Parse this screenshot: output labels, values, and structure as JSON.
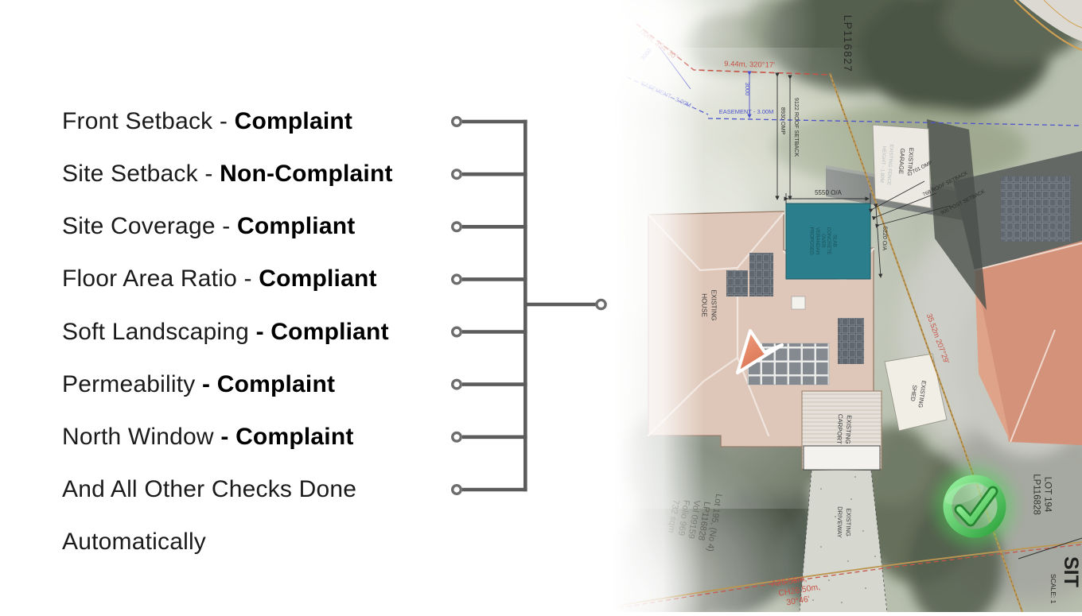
{
  "checklist": {
    "items": [
      {
        "label": "Front Setback - ",
        "status": "Complaint"
      },
      {
        "label": "Site Setback - ",
        "status": "Non-Complaint"
      },
      {
        "label": "Site Coverage - ",
        "status": "Compliant"
      },
      {
        "label": "Floor Area Ratio - ",
        "status": "Compliant"
      },
      {
        "label": "Soft Landscaping ",
        "status": "- Compliant"
      },
      {
        "label": "Permeability ",
        "status": "- Complaint"
      },
      {
        "label": "North Window ",
        "status": "- Complaint"
      },
      {
        "label": "And All Other Checks Done",
        "status": ""
      },
      {
        "label": "Automatically",
        "status": ""
      }
    ]
  },
  "plan": {
    "lp116827": "LP116827",
    "bearing_top": "9.44m, 320°17'",
    "bearing_nw": ".00m, 354°30'",
    "bearing_e": "35.52m 207°29'",
    "arc": [
      "A26.55m,",
      "CH26.50m,",
      "30°46'"
    ],
    "easement_h": "EASEMENT - 3.00M",
    "easement_d": "EASEMENT - 3.00M",
    "dim_3000_v": "3000",
    "dim_3000_d": "3000",
    "dim_5550": "5550 O/A",
    "dim_5220": "5220 O/A",
    "dim_9122": "9122 ROOF SETBACK",
    "dim_8930": "8930 OMP",
    "dim_701": "701 OMP",
    "dim_768": "768 ROOF SETBACK",
    "dim_900": "900 POST SETBACK",
    "house": [
      "EXISTING",
      "HOUSE"
    ],
    "garage": [
      "EXISTING",
      "GARAGE"
    ],
    "carport": [
      "EXISTING",
      "CARPORT"
    ],
    "shed": [
      "EXISTING",
      "SHED"
    ],
    "driveway": [
      "EXISTING",
      "DRIVEWAY"
    ],
    "fence": [
      "EXISTING FENCE",
      "HEIGHT - 1.80M"
    ],
    "proposed": [
      "PROPOSED",
      "VERANDAH",
      "OVER",
      "CONCRETE",
      "SLAB"
    ],
    "lot195": [
      "Lot 195, (No 4)",
      "LP116828",
      "Vol 09159",
      "Folio 969",
      "732 sqm"
    ],
    "lot194": [
      "LOT 194",
      "LP116828"
    ],
    "title_partial": "SIT",
    "scale_partial": "SCALE: 1"
  },
  "colors": {
    "proposed_teal": "#1b7584",
    "check_green": "#2eb83c",
    "boundary_red": "#c2473a",
    "easement_blue": "#4047c8",
    "fence_tan": "#b98e45"
  }
}
